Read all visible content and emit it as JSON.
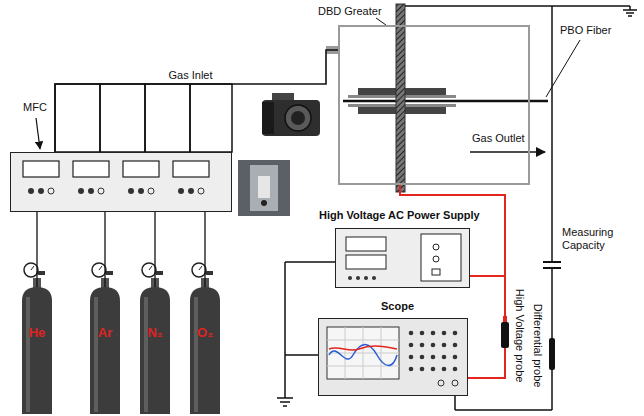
{
  "diagram": {
    "nodes": [
      {
        "text": [
          "He"
        ]
      },
      {
        "text": [
          "Ar"
        ]
      },
      {
        "text": [
          "N₂"
        ]
      },
      {
        "text": [
          "O₂"
        ]
      },
      {
        "text": [
          "MFC"
        ]
      },
      {
        "text": [
          "DBD Greater"
        ]
      },
      {
        "text": [
          "High Voltage AC Power Supply"
        ]
      },
      {
        "text": [
          "Scope"
        ]
      }
    ],
    "edges": [
      {
        "from": 0,
        "to": 4,
        "arrow": "none"
      },
      {
        "from": 1,
        "to": 4,
        "arrow": "none"
      },
      {
        "from": 2,
        "to": 4,
        "arrow": "none"
      },
      {
        "from": 3,
        "to": 4,
        "arrow": "none"
      },
      {
        "from": 4,
        "to": 5,
        "label": "Gas Inlet",
        "arrow": "none"
      },
      {
        "from": 6,
        "to": 5,
        "arrow": "none"
      },
      {
        "from": 5,
        "to": 7,
        "arrow": "none"
      }
    ],
    "labels": [
      "PBO Fiber",
      "Gas Outlet",
      "Measuring Capacity",
      "High Voltage probe",
      "Differential probe"
    ]
  }
}
